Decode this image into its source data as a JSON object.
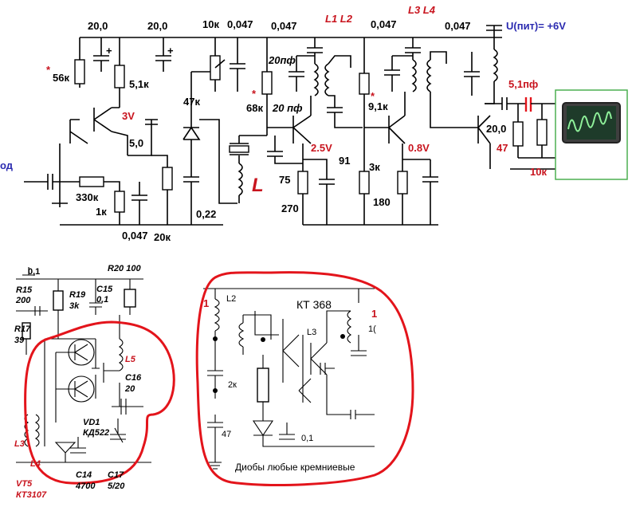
{
  "top": {
    "supply": "U(пит)= +6V",
    "caps": [
      "20,0",
      "20,0",
      "0,047",
      "0,047",
      "0,047",
      "0,047"
    ],
    "cap_10k_label": "10к",
    "resistors": [
      "56к",
      "5,1к",
      "47к",
      "68к",
      "9,1к",
      "330к",
      "1к",
      "20к",
      "3к",
      "180",
      "270",
      "10к",
      "47"
    ],
    "voltages": [
      "3V",
      "2.5V",
      "0.8V"
    ],
    "misc": [
      "5,0",
      "20пф",
      "20 пф",
      "75",
      "91",
      "0,22",
      "20,0",
      "0,047"
    ],
    "coil_labels": [
      "L1 L2",
      "L3 L4",
      "L"
    ],
    "out_cap": "5,1пф",
    "input_label": "од",
    "stars": [
      "*",
      "*",
      "*"
    ]
  },
  "bottom_left": {
    "labels": [
      "0,1",
      "R15",
      "200",
      "R19",
      "3k",
      "C15",
      "0,1",
      "R20 100",
      "R17",
      "39",
      "L5",
      "C16",
      "20",
      "VD1",
      "КД522",
      "L3",
      "VT5",
      "КТ3107",
      "C14",
      "4700",
      "C17",
      "5/20",
      "L4"
    ]
  },
  "bottom_right": {
    "transistor": "КТ 368",
    "labels": [
      "L2",
      "L3",
      "2к",
      "47",
      "0,1",
      "1",
      "1("
    ],
    "note": "Диобы любые кремниевые"
  },
  "colors": {
    "red": "#e3141b",
    "scope_wave": "#8ff09a",
    "scope_bg": "#1e3b2a",
    "green_frame": "#4caf50"
  }
}
